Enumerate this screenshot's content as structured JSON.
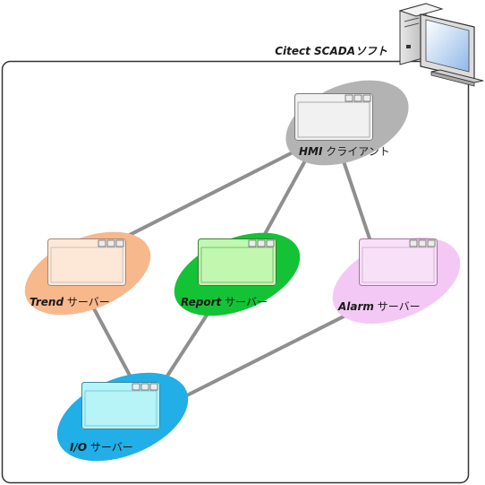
{
  "title": "Citect SCADAソフト",
  "nodes": {
    "hmi": {
      "name": "HMI",
      "suffix": " クライアント",
      "blob": "#b3b3b3",
      "window": "#f1f1f1"
    },
    "trend": {
      "name": "Trend",
      "suffix": " サーバー",
      "blob": "#f7b88c",
      "window": "#fde8d8"
    },
    "report": {
      "name": "Report",
      "suffix": " サーバー",
      "blob": "#14c236",
      "window": "#c2f7b0"
    },
    "alarm": {
      "name": "Alarm",
      "suffix": " サーバー",
      "blob": "#f4c8f4",
      "window": "#f9e0f9"
    },
    "io": {
      "name": "I/O",
      "suffix": " サーバー",
      "blob": "#22aee6",
      "window": "#b7f4f7"
    }
  },
  "colors": {
    "connector": "#8f8f8f",
    "frame": "#333333"
  }
}
